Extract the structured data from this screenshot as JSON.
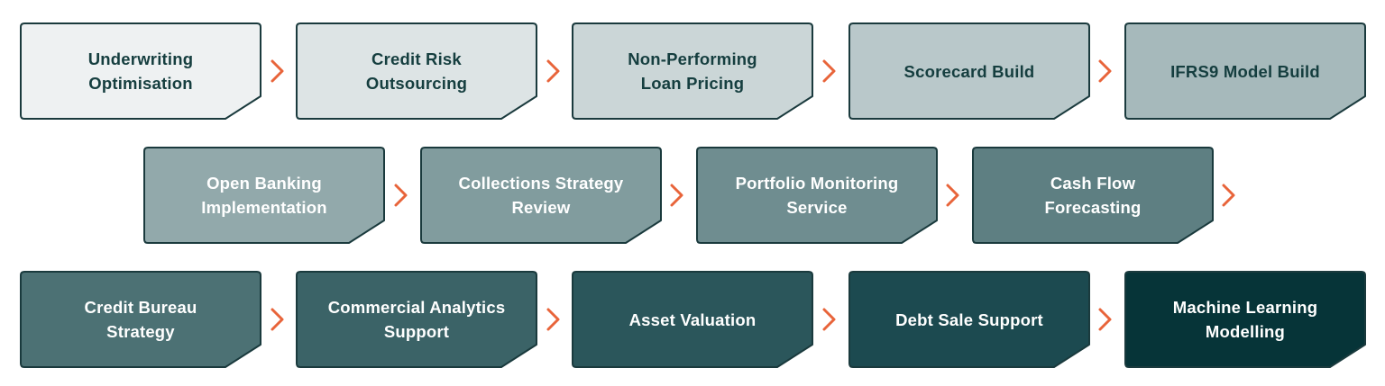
{
  "steps": [
    {
      "label": "Underwriting\nOptimisation",
      "fill": "#eef1f2",
      "text": "#153e3f"
    },
    {
      "label": "Credit Risk\nOutsourcing",
      "fill": "#dde4e5",
      "text": "#153e3f"
    },
    {
      "label": "Non-Performing\nLoan Pricing",
      "fill": "#cbd6d7",
      "text": "#153e3f"
    },
    {
      "label": "Scorecard Build",
      "fill": "#b9c8ca",
      "text": "#153e3f"
    },
    {
      "label": "IFRS9 Model Build",
      "fill": "#a6b9bb",
      "text": "#153e3f"
    },
    {
      "label": "Open Banking\nImplementation",
      "fill": "#92a9ab",
      "text": "#ffffff"
    },
    {
      "label": "Collections Strategy\nReview",
      "fill": "#819c9e",
      "text": "#ffffff"
    },
    {
      "label": "Portfolio Monitoring\nService",
      "fill": "#6f8d90",
      "text": "#ffffff"
    },
    {
      "label": "Cash Flow\nForecasting",
      "fill": "#5e7f82",
      "text": "#ffffff"
    },
    {
      "label": "Credit Bureau\nStrategy",
      "fill": "#4c7174",
      "text": "#ffffff"
    },
    {
      "label": "Commercial Analytics\nSupport",
      "fill": "#3b6367",
      "text": "#ffffff"
    },
    {
      "label": "Asset Valuation",
      "fill": "#2b565b",
      "text": "#ffffff"
    },
    {
      "label": "Debt Sale Support",
      "fill": "#1c4a50",
      "text": "#ffffff"
    },
    {
      "label": "Machine Learning\nModelling",
      "fill": "#063438",
      "text": "#ffffff"
    }
  ],
  "colors": {
    "border": "#1a3a3d",
    "arrow": "#e8643a"
  },
  "arrow_icon": "chevron-right-icon"
}
